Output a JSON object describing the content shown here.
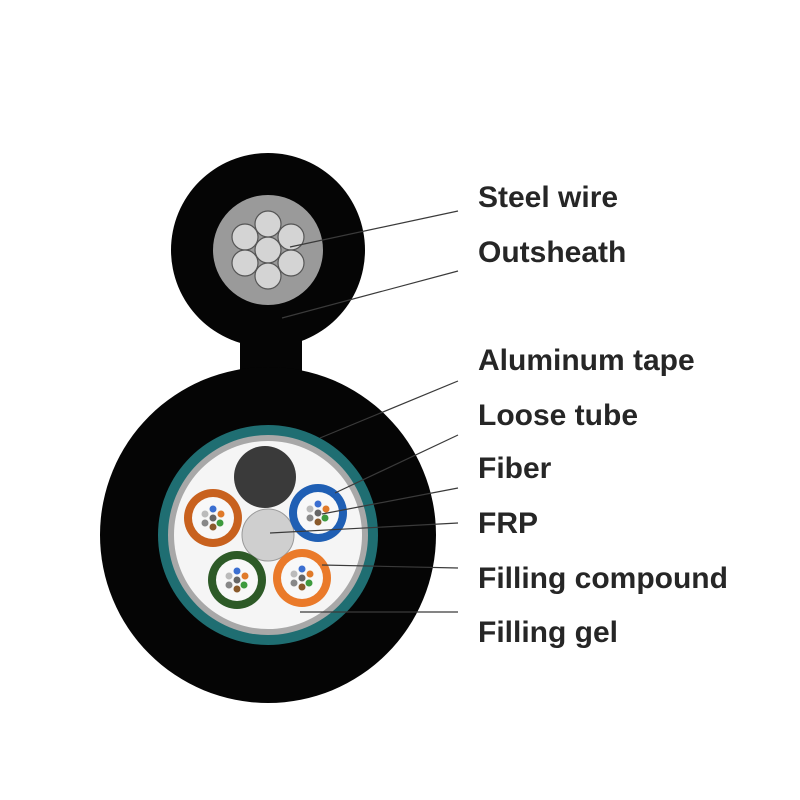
{
  "labels": {
    "steel_wire": "Steel wire",
    "outsheath": "Outsheath",
    "aluminum_tape": "Aluminum tape",
    "loose_tube": "Loose tube",
    "fiber": "Fiber",
    "frp": "FRP",
    "filling_compound": "Filling compound",
    "filling_gel": "Filling gel"
  },
  "colors": {
    "sheath": "#050505",
    "messenger_core": "#9a9a9a",
    "steel_strand": "#d4d4d4",
    "aluminum_tape": "#1f6e72",
    "inner_ring": "#a8a8a8",
    "filling_compound": "#f5f5f5",
    "frp": "#cfcfcf",
    "filler_rod": "#3a3a3a",
    "tube_orange_dark": "#c8611e",
    "tube_blue": "#1f5fb4",
    "tube_green": "#2d5a27",
    "tube_orange_light": "#ea7a2a"
  }
}
